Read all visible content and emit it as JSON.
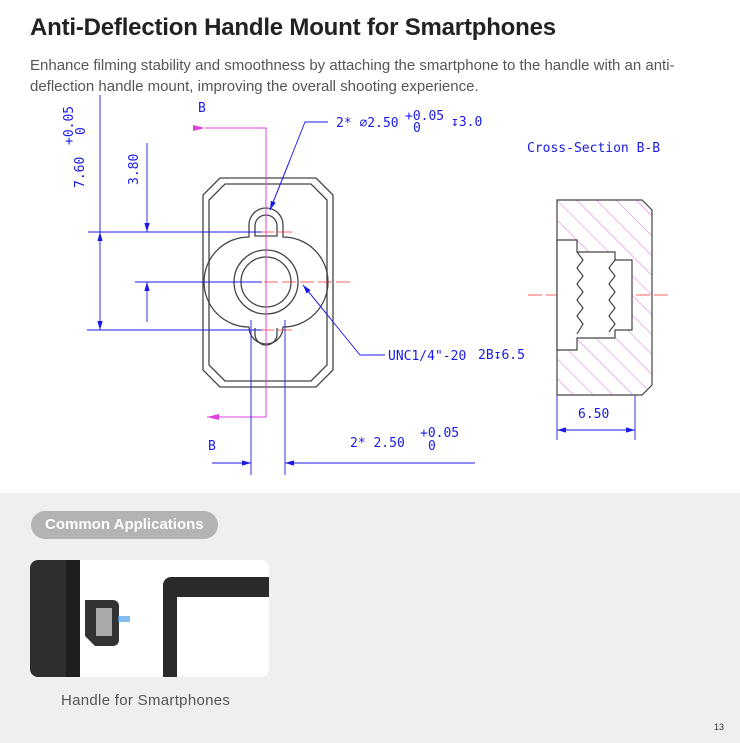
{
  "header": {
    "title": "Anti-Deflection Handle Mount for Smartphones",
    "description": "Enhance filming stability and smoothness by attaching the smartphone to the handle with an anti-deflection handle mount, improving the overall shooting experience."
  },
  "drawing": {
    "section_label_top": "B",
    "section_label_bottom": "B",
    "dim_760": "7.60",
    "dim_760_tol_plus": "+0.05",
    "dim_760_tol_minus": "0",
    "dim_380": "3.80",
    "hole_spec": "2* ∅2.50",
    "hole_tol_plus": "+0.05",
    "hole_tol_minus": "0",
    "hole_depth": "↧3.0",
    "thread_spec": "UNC1/4\"-20",
    "thread_depth": "2B↧6.5",
    "dim_250": "2* 2.50",
    "dim_250_tol_plus": "+0.05",
    "dim_250_tol_minus": "0",
    "cross_section_title": "Cross-Section B-B",
    "dim_650": "6.50",
    "colors": {
      "dimension": "#1a1ae6",
      "section": "#e040e0",
      "center": "#ff3030",
      "outline": "#444444"
    }
  },
  "applications": {
    "heading": "Common Applications",
    "items": [
      {
        "caption": "Handle for Smartphones"
      }
    ]
  },
  "page_number": "13"
}
